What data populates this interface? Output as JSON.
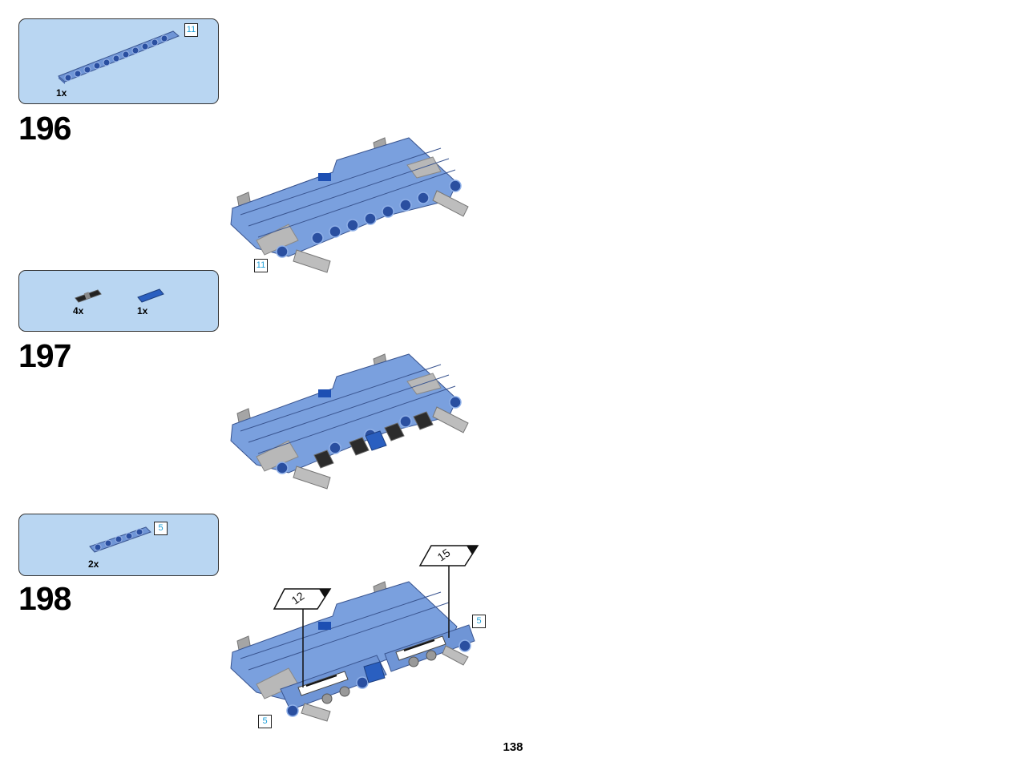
{
  "page_number": "138",
  "steps": [
    {
      "number": "196",
      "parts": [
        {
          "name": "liftarm-11-light-blue",
          "quantity": "1x",
          "length_label": "11"
        }
      ],
      "model_callouts": [
        "11"
      ]
    },
    {
      "number": "197",
      "parts": [
        {
          "name": "black-friction-pin",
          "quantity": "4x"
        },
        {
          "name": "blue-axle-pin",
          "quantity": "1x"
        }
      ],
      "model_callouts": []
    },
    {
      "number": "198",
      "parts": [
        {
          "name": "liftarm-5-light-blue",
          "quantity": "2x",
          "length_label": "5"
        }
      ],
      "model_callouts": [
        "5",
        "5"
      ],
      "stickers": [
        "12",
        "15"
      ]
    }
  ],
  "colors": {
    "parts_box": "#b9d6f2",
    "beam": "#6f95d6",
    "beam_dark": "#4e6fb0",
    "hole_blue": "#1d4fb3",
    "grey": "#b8b8b8",
    "callout_text": "#1fa0d8"
  }
}
